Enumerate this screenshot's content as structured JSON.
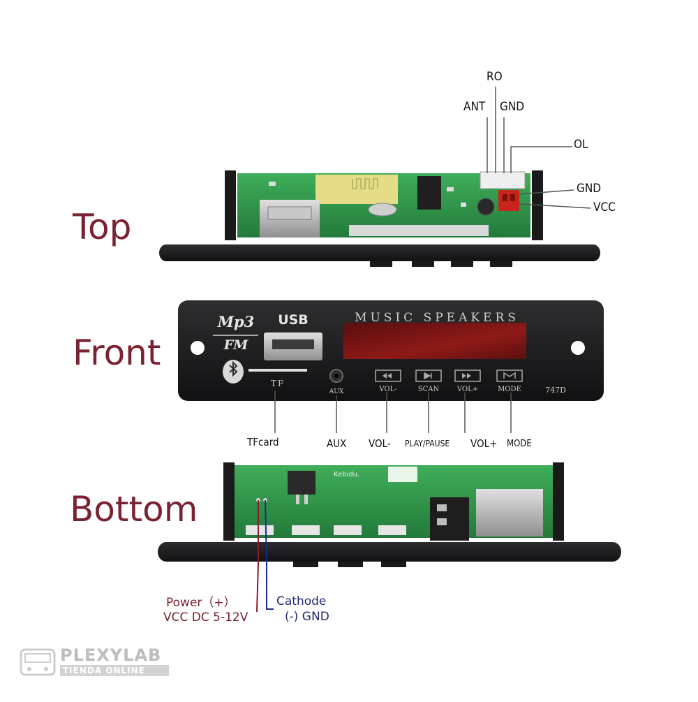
{
  "sections": {
    "top": "Top",
    "front": "Front",
    "bottom": "Bottom"
  },
  "top_pins": {
    "ro": "RO",
    "ant": "ANT",
    "gnd1": "GND",
    "ol": "OL",
    "gnd2": "GND",
    "vcc": "VCC"
  },
  "panel": {
    "logo_mp3": "Mp3",
    "logo_fm": "FM",
    "usb": "USB",
    "title": "MUSIC SPEAKERS",
    "tf": "TF",
    "aux": "AUX",
    "btn_vol_minus": "VOL-",
    "btn_scan": "SCAN",
    "btn_vol_plus": "VOL+",
    "btn_mode": "MODE",
    "model": "747D"
  },
  "front_callouts": {
    "tfcard": "TFcard",
    "aux": "AUX",
    "vol_minus": "VOL-",
    "play_pause": "PLAY/PAUSE",
    "vol_plus": "VOL+",
    "mode": "MODE"
  },
  "bottom_board": {
    "brand": "Kebidu."
  },
  "power": {
    "line1": "Power（+）",
    "line2": "VCC DC 5-12V"
  },
  "cathode": {
    "line1": "Cathode",
    "line2": "(-) GND"
  },
  "watermark": {
    "brand": "PLEXYLAB",
    "tagline": "TIENDA ONLINE"
  },
  "colors": {
    "label": "#7a2230",
    "pcb": "#2f9a4a",
    "panel": "#1c1c1e",
    "display": "#7a1414",
    "power_wire": "#8b1a2a",
    "cathode_wire": "#1e2a8a"
  }
}
